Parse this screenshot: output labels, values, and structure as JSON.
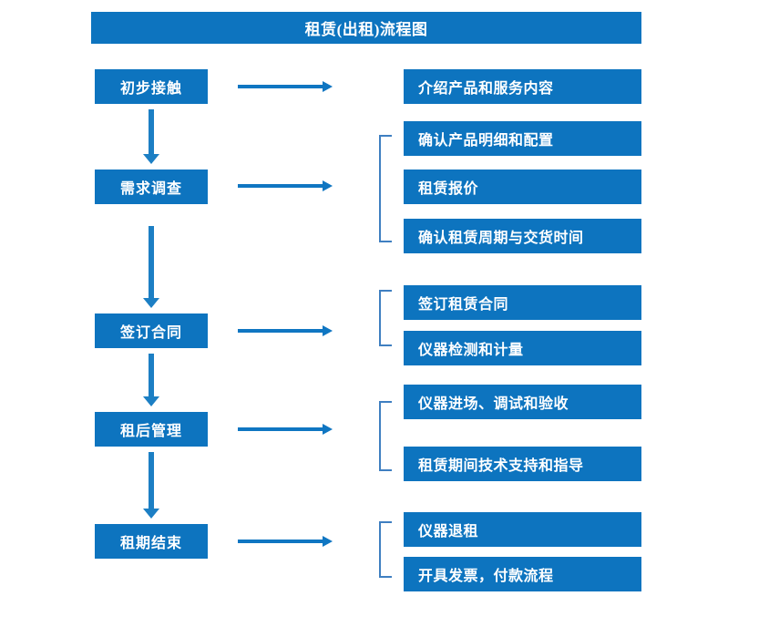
{
  "title": "租赁(出租)流程图",
  "theme": {
    "accent": "#0d74bf",
    "arrow": "#0f76c2",
    "bracket": "#3f7fc1",
    "text_on_accent": "#ffffff",
    "background": "#ffffff"
  },
  "stages": [
    {
      "label": "初步接触"
    },
    {
      "label": "需求调查"
    },
    {
      "label": "签订合同"
    },
    {
      "label": "租后管理"
    },
    {
      "label": "租期结束"
    }
  ],
  "details": [
    {
      "label": "介绍产品和服务内容"
    },
    {
      "label": "确认产品明细和配置"
    },
    {
      "label": "租赁报价"
    },
    {
      "label": "确认租赁周期与交货时间"
    },
    {
      "label": "签订租赁合同"
    },
    {
      "label": "仪器检测和计量"
    },
    {
      "label": "仪器进场、调试和验收"
    },
    {
      "label": "租赁期间技术支持和指导"
    },
    {
      "label": "仪器退租"
    },
    {
      "label": "开具发票，付款流程"
    }
  ]
}
